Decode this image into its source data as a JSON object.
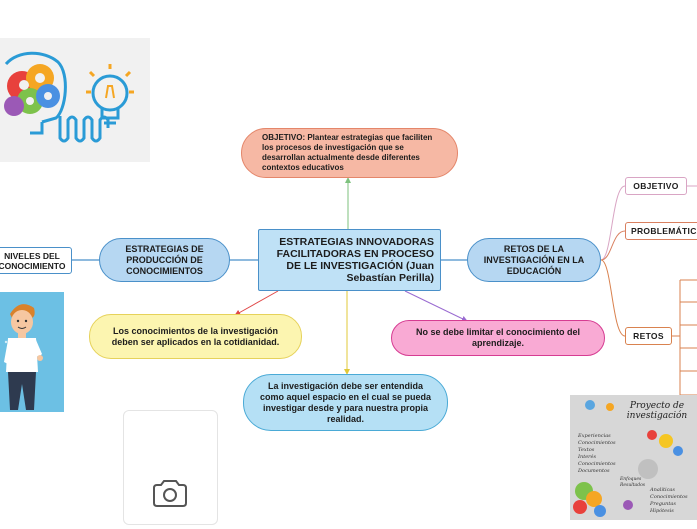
{
  "central": {
    "text": "ESTRATEGIAS INNOVADORAS FACILITADORAS EN PROCESO DE LE INVESTIGACIÓN (Juan Sebastían Perilla)"
  },
  "objective_bubble": {
    "text": "OBJETIVO: Plantear estrategias que faciliten los procesos de investigación que se desarrollan actualmente desde diferentes contextos educativos"
  },
  "left_branch": {
    "text": "ESTRATEGIAS DE PRODUCCIÓN DE CONOCIMIENTOS"
  },
  "left_leaf": {
    "text": "NIVELES DEL CONOCIMIENTO"
  },
  "right_branch": {
    "text": "RETOS DE LA INVESTIGACIÓN EN LA EDUCACIÓN"
  },
  "right_items": {
    "objetivo": "OBJETIVO",
    "problematica": "PROBLEMÁTICA",
    "retos": "RETOS"
  },
  "yellow_bubble": {
    "text": "Los conocimientos de la investigación deben ser aplicados en la cotidianidad."
  },
  "pink_bubble": {
    "text": "No se debe limitar el conocimiento del aprendizaje."
  },
  "blue_bubble": {
    "text": "La investigación debe ser entendida como aquel espacio en el cual se pueda investigar desde y para nuestra propia realidad."
  },
  "poster": {
    "title": "Proyecto de investigación",
    "words": [
      "Experiencias",
      "Conocimientos",
      "Textos",
      "Interés",
      "Conocimientos",
      "Documentos",
      "Analíticas",
      "Conocimientos",
      "Preguntas",
      "Hipótesis",
      "Enfoques",
      "Resultados"
    ]
  },
  "colors": {
    "central": "#bfe1f6",
    "objective": "#f6b8a4",
    "branch_blue": "#b6d7f2",
    "yellow": "#fcf5b0",
    "pink": "#f9aad4",
    "sky": "#b5e0f5",
    "line_orange": "#d9824f"
  }
}
